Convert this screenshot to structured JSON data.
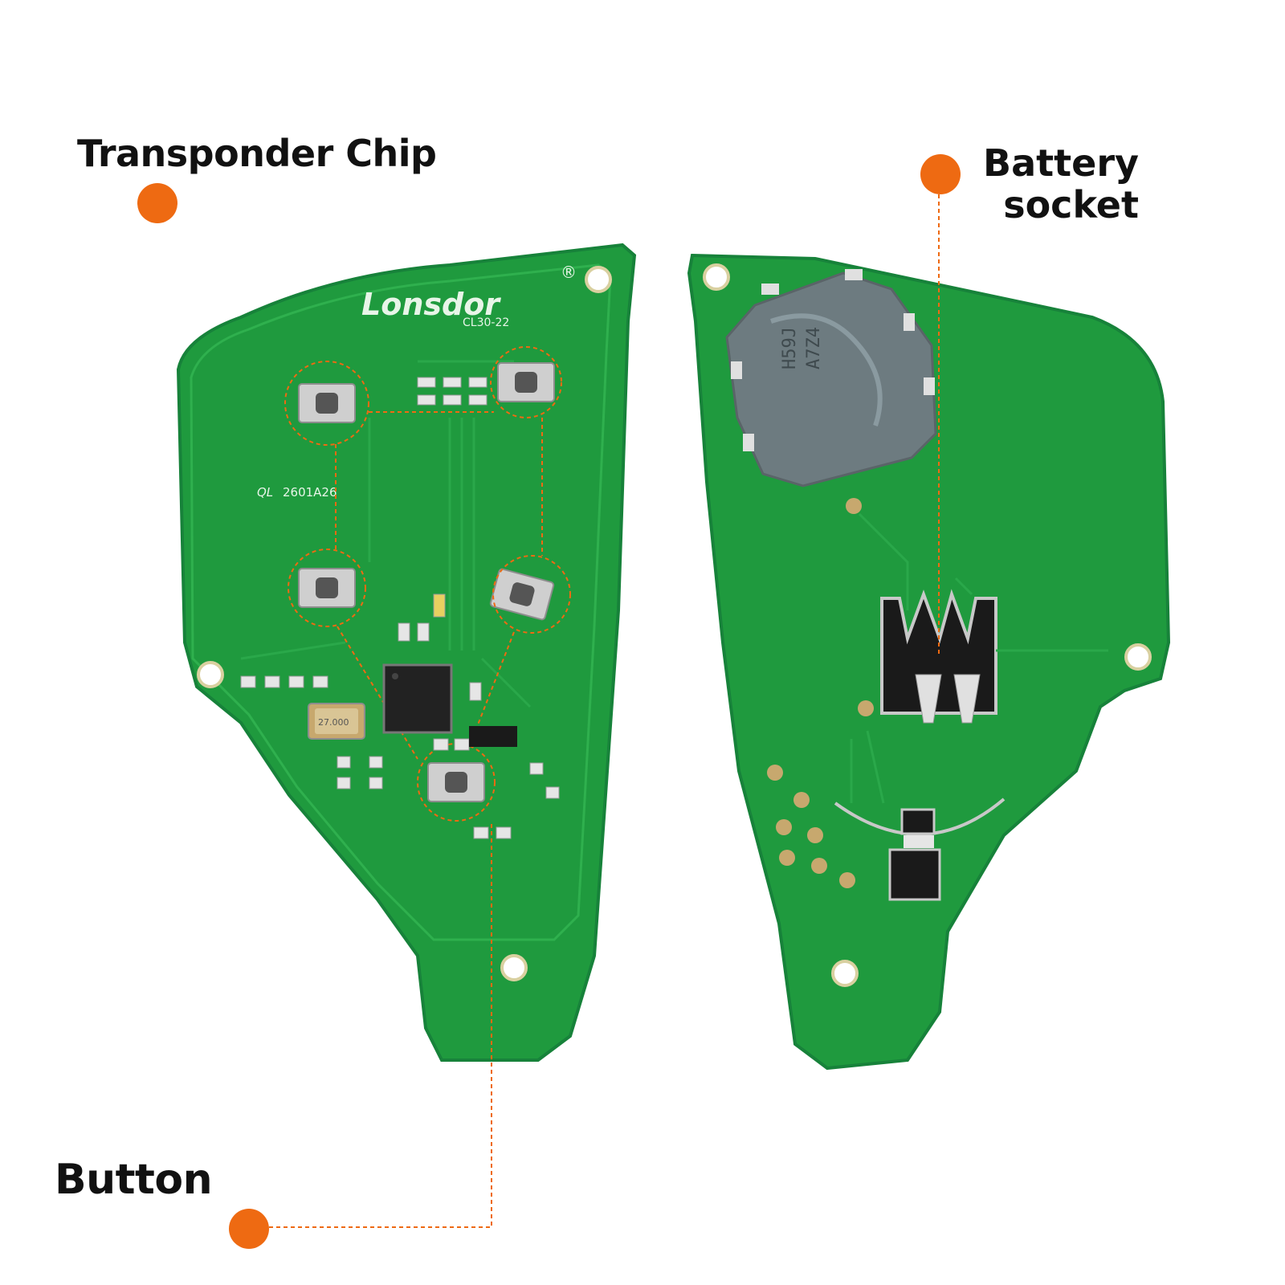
{
  "labels": {
    "transponder_chip": "Transponder Chip",
    "battery_line1": "Battery",
    "battery_line2": "socket",
    "button": "Button"
  },
  "board_text": {
    "logo": "Lonsdor",
    "registered": "®",
    "model": "CL30-22",
    "serial": "2601A26",
    "serial_prefix": "QL",
    "battery_marking_1": "A7Z4",
    "battery_marking_2": "H59J",
    "crystal_marking": "27.000"
  },
  "colors": {
    "accent": "#ee6a12",
    "pcb": "#1f9a3e",
    "pcb_edge": "#17823a",
    "text": "#111111"
  }
}
